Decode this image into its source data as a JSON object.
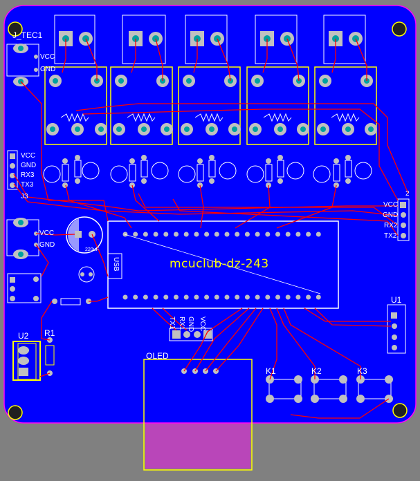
{
  "board": {
    "title": "mcuclub-dz-243",
    "colors": {
      "background": "#808080",
      "copper_fill": "#0000ff",
      "top_trace": "#ff0000",
      "silkscreen": "#ffff00",
      "outline": "#ff00ff",
      "pad": "#c0c0c0",
      "pad_hole": "#00a0a0"
    }
  },
  "connectors": {
    "j_tec1": {
      "label": "J_TEC1",
      "vcc": "VCC",
      "gnd": "GND"
    },
    "power": {
      "vcc": "VCC",
      "gnd": "GND"
    },
    "uart1": {
      "pins": [
        "VCC",
        "GND",
        "RX3",
        "TX3"
      ],
      "side_label": "J3"
    },
    "uart2": {
      "pins": [
        "VCC",
        "GND",
        "RX2",
        "TX2"
      ],
      "side_label": "2"
    }
  },
  "modules": {
    "usb": "USB",
    "oled": "OLED",
    "bluetooth": {
      "pins": [
        "GND",
        "VCC",
        "TX1",
        "RX1"
      ]
    }
  },
  "components": {
    "u1": "U1",
    "u2": "U2",
    "r1": "R1",
    "k1": "K1",
    "k2": "K2",
    "k3": "K3",
    "cap": "220uF"
  }
}
